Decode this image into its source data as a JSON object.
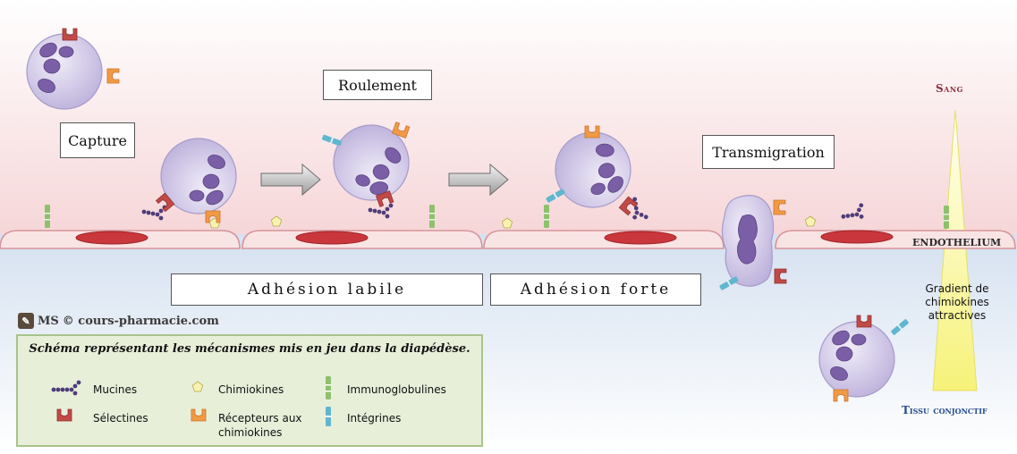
{
  "steps": {
    "capture": "Capture",
    "rolling": "Roulement",
    "transmigration": "Transmigration"
  },
  "phases": {
    "labile": "Adhésion labile",
    "strong": "Adhésion forte"
  },
  "zones": {
    "blood": "Sang",
    "endothelium": "ENDOTHELIUM",
    "tissue": "Tissu conjonctif",
    "gradient": "Gradient de chimiokines attractives"
  },
  "credit": {
    "logo": "MS",
    "site": "© cours-pharmacie.com"
  },
  "legend": {
    "title": "Schéma représentant les mécanismes mis en jeu dans la diapédèse.",
    "mucins": "Mucines",
    "chemokines": "Chimiokines",
    "immunoglobulins": "Immunoglobulines",
    "selectins": "Sélectines",
    "chemokine_receptors": "Récepteurs aux chimiokines",
    "integrins": "Intégrines"
  },
  "colors": {
    "blood_top": "#ffffff",
    "blood_bottom": "#f6d6d8",
    "tissue_top": "#dfe8f3",
    "tissue_bottom": "#ffffff",
    "cell_fill": "#cfc6e6",
    "nucleus": "#7a5fa6",
    "selectin": "#c14a47",
    "chemokine_receptor": "#f19a45",
    "integrin": "#5fb6cf",
    "immunoglobulin": "#8fc06c",
    "mucin": "#4f3d7a",
    "chemokine": "#f7f2b0",
    "endothelial_nucleus": "#c9363b",
    "blood_label": "#8c3040",
    "tissue_label": "#274a8c",
    "legend_bg": "#e7efd9",
    "legend_border": "#a9c38a"
  }
}
